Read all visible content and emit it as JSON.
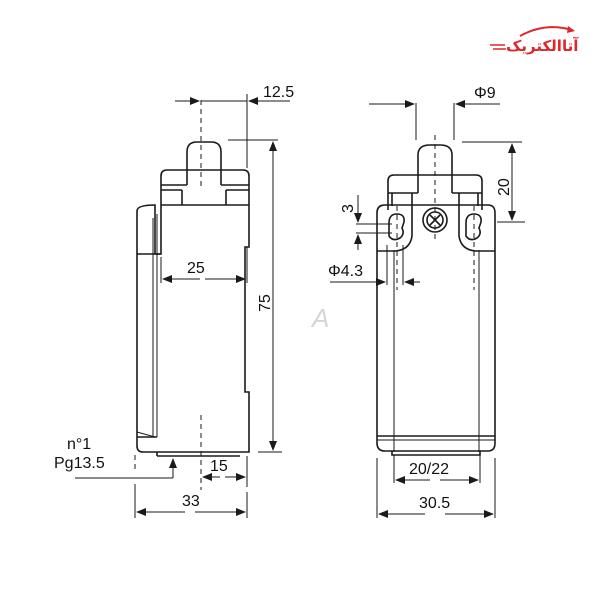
{
  "logo": {
    "text": "آتاالکتریک",
    "color": "#e0262b"
  },
  "watermark": {
    "glyph": "A",
    "color": "#d6d6d6"
  },
  "side_view": {
    "dimensions": {
      "plunger_offset": "12.5",
      "height": "75",
      "inner_width": "25",
      "bottom_offset": "15",
      "total_depth": "33"
    },
    "cable_entry": {
      "line1": "n°1",
      "line2": "Pg13.5"
    }
  },
  "front_view": {
    "dimensions": {
      "plunger_diameter": "Φ9",
      "plunger_height": "20",
      "slot_height": "3",
      "hole_diameter": "Φ4.3",
      "mounting_spacing": "20/22",
      "total_width": "30.5"
    }
  }
}
